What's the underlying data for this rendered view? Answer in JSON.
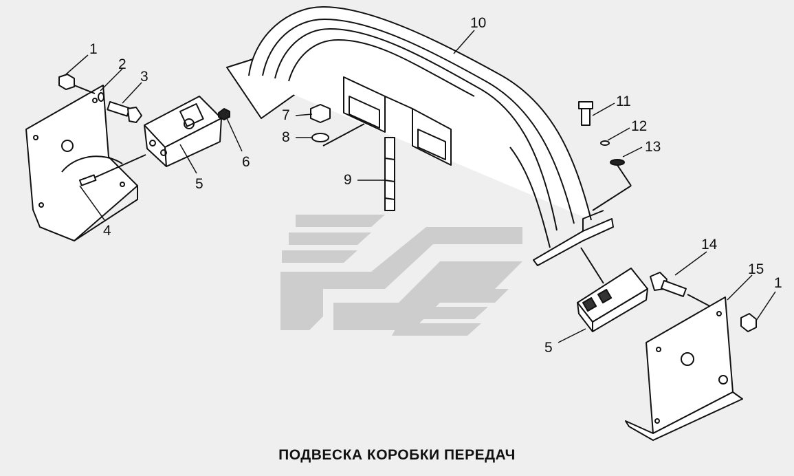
{
  "title": "ПОДВЕСКА КОРОБКИ ПЕРЕДАЧ",
  "labels": {
    "l1a": "1",
    "l2": "2",
    "l3": "3",
    "l4": "4",
    "l5a": "5",
    "l6": "6",
    "l7": "7",
    "l8": "8",
    "l9": "9",
    "l10": "10",
    "l11": "11",
    "l12": "12",
    "l13": "13",
    "l5b": "5",
    "l14": "14",
    "l15": "15",
    "l1b": "1"
  },
  "watermark": {
    "icon": "brand-logo-icon",
    "color": "#cfcfcf"
  },
  "line_color": "#111111"
}
